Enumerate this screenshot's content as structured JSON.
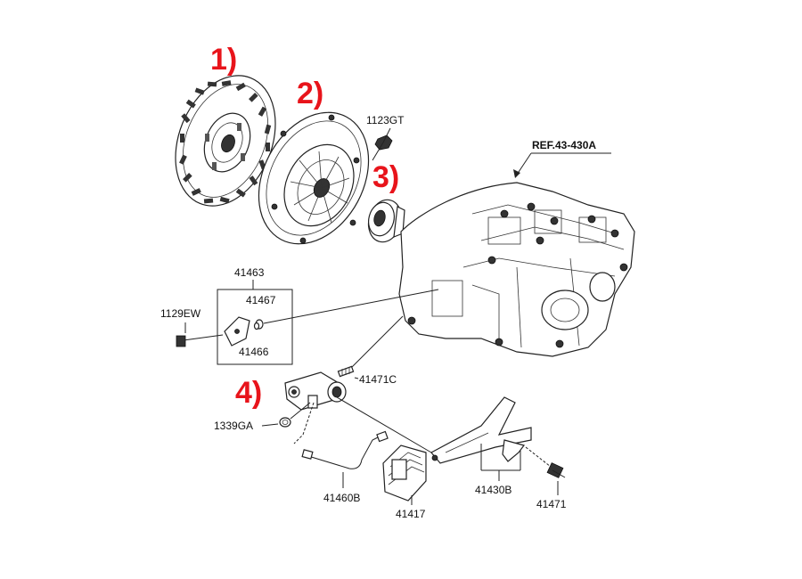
{
  "callouts": {
    "c1": "1)",
    "c2": "2)",
    "c3": "3)",
    "c4": "4)"
  },
  "reference": "REF.43-430A",
  "part_numbers": {
    "p1123GT": "1123GT",
    "p41463": "41463",
    "p41467": "41467",
    "p1129EW": "1129EW",
    "p41466": "41466",
    "p41471C": "41471C",
    "p1339GA": "1339GA",
    "p41460B": "41460B",
    "p41417": "41417",
    "p41430B": "41430B",
    "p41471": "41471"
  },
  "colors": {
    "callout": "#e8141b",
    "line": "#222222",
    "background": "#ffffff"
  }
}
